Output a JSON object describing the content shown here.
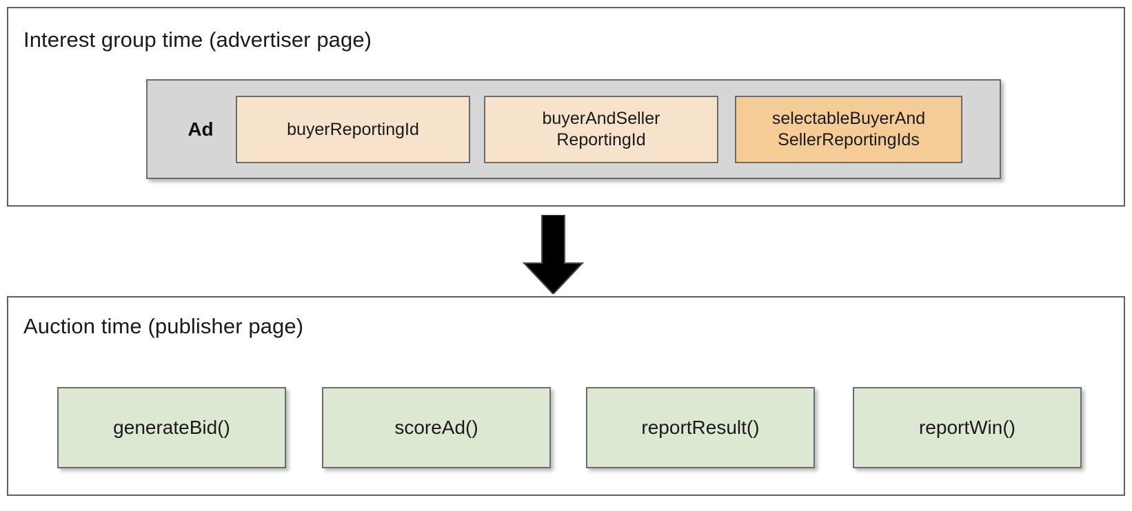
{
  "diagram": {
    "panels": [
      {
        "id": "advertiser",
        "title": "Interest group time (advertiser page)",
        "group": {
          "label": "Ad",
          "background": "#d6d6d6",
          "items": [
            {
              "label": "buyerReportingId",
              "color": "#f7e3cc"
            },
            {
              "label": "buyerAndSeller\nReportingId",
              "color": "#f7e3cc"
            },
            {
              "label": "selectableBuyerAnd\nSellerReportingIds",
              "color": "#f5cc95"
            }
          ]
        }
      },
      {
        "id": "publisher",
        "title": "Auction time (publisher page)",
        "functions": [
          {
            "label": "generateBid()",
            "color": "#dce8d2"
          },
          {
            "label": "scoreAd()",
            "color": "#dce8d2"
          },
          {
            "label": "reportResult()",
            "color": "#dce8d2"
          },
          {
            "label": "reportWin()",
            "color": "#dce8d2"
          }
        ]
      }
    ],
    "connector": {
      "icon": "down-arrow-icon",
      "color": "#000000"
    },
    "colors": {
      "border": "#5e5e5e",
      "box_border": "#6b6b6b",
      "text": "#1a1a1a",
      "background": "#ffffff"
    }
  }
}
